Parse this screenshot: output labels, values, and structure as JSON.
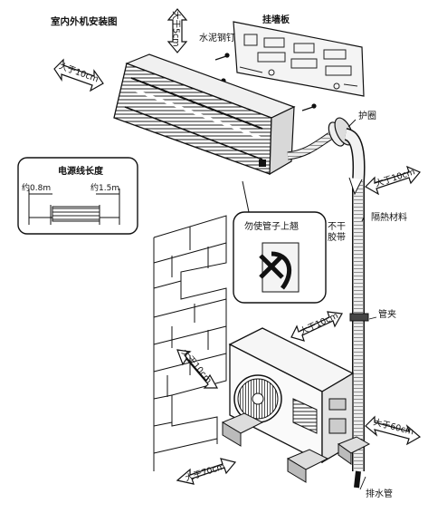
{
  "diagram": {
    "title": "室内外机安装图",
    "labels": {
      "wall_plate": "挂墙板",
      "concrete_nail": "水泥钢钉",
      "protective_ring": "护圈",
      "insulation": "隔熱材料",
      "no_tape_1": "不干",
      "no_tape_2": "胶带",
      "pipe_clamp": "管夹",
      "drain_pipe": "排水管",
      "no_upturn": "勿使管子上翘"
    },
    "clearances": {
      "top": "大于5cm",
      "left": "大于10cm",
      "right_upper": "大于10cm",
      "outdoor_top": "大于10cm",
      "outdoor_left": "大于10cm",
      "outdoor_right": "大于60cm",
      "outdoor_front": "大于70cm"
    },
    "cable_box": {
      "title": "电源线长度",
      "left": "约0.8m",
      "right": "约1.5m"
    }
  }
}
